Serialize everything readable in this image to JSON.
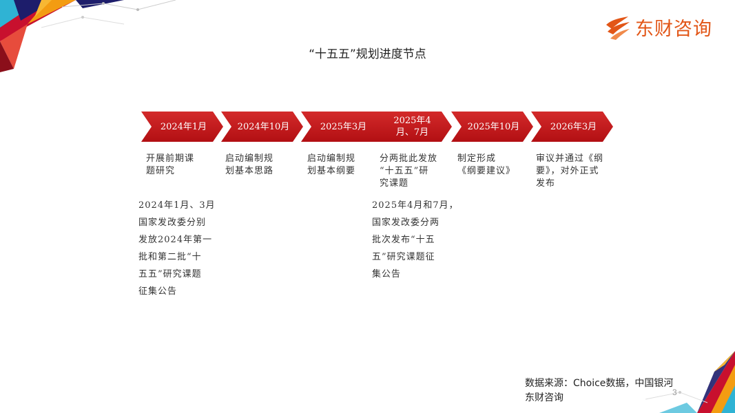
{
  "brand": {
    "logo_text": "东财咨询",
    "colors": {
      "brand_orange": "#e25617",
      "timeline_red": "#c41a1e",
      "accent_navy": "#1d1d6b",
      "accent_teal": "#2fb3d4"
    }
  },
  "title": "“十五五”规划进度节点",
  "timeline": [
    {
      "date": "2024年1月",
      "desc": [
        "开展前期课",
        "题研究"
      ]
    },
    {
      "date": "2024年10月",
      "desc": [
        "启动编制规",
        "划基本思路"
      ]
    },
    {
      "date": "2025年3月",
      "desc": [
        "启动编制规",
        "划基本纲要"
      ]
    },
    {
      "date": "2025年4月、7月",
      "desc": [
        "分两批此发放",
        "“十五五”研",
        "究课题"
      ]
    },
    {
      "date": "2025年10月",
      "desc": [
        "制定形成",
        "《纲要建议》"
      ]
    },
    {
      "date": "2026年3月",
      "desc": [
        "审议并通过《纲",
        "要》，对外正式",
        "发布"
      ]
    }
  ],
  "notes": [
    [
      "2024年1月、3月",
      "国家发改委分别",
      "发放2024年第一",
      "批和第二批“十",
      "五五”研究课题",
      "征集公告"
    ],
    [
      "2025年4月和7月，",
      "国家发改委分两",
      "批次发布“十五",
      "五”研究课题征",
      "集公告"
    ]
  ],
  "source": {
    "line1": "数据来源：Choice数据，中国银河",
    "line2": "东财咨询"
  },
  "page_number": "3"
}
